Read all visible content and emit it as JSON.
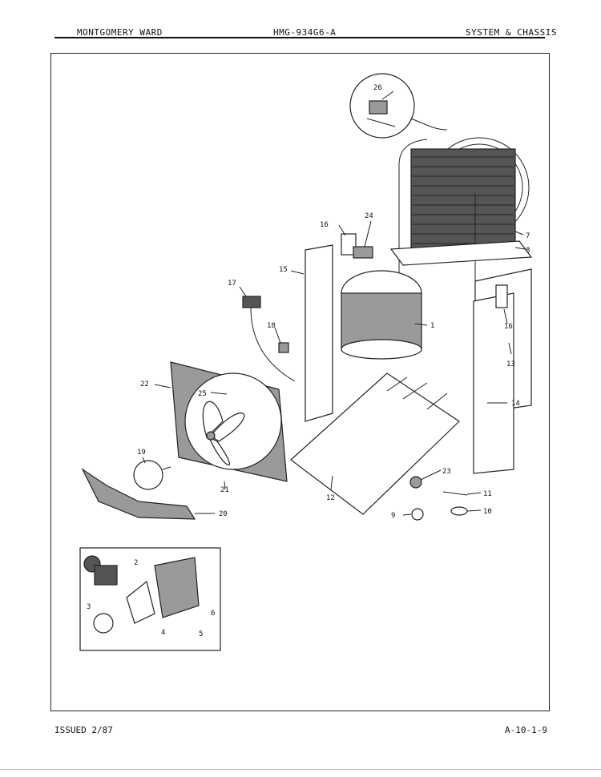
{
  "header": {
    "brand": "MONTGOMERY WARD",
    "model": "HMG-934G6-A",
    "section": "SYSTEM & CHASSIS"
  },
  "footer": {
    "issued": "ISSUED 2/87",
    "page_code": "A-10-1-9"
  },
  "part_labels": {
    "p1": "1",
    "p2": "2",
    "p3": "3",
    "p4": "4",
    "p5": "5",
    "p6": "6",
    "p7": "7",
    "p8": "8",
    "p9": "9",
    "p10": "10",
    "p11": "11",
    "p12": "12",
    "p13": "13",
    "p14": "14",
    "p15": "15",
    "p16a": "16",
    "p16b": "16",
    "p17": "17",
    "p18": "18",
    "p19": "19",
    "p20": "20",
    "p21": "21",
    "p22": "22",
    "p23": "23",
    "p24": "24",
    "p25": "25",
    "p26": "26"
  }
}
